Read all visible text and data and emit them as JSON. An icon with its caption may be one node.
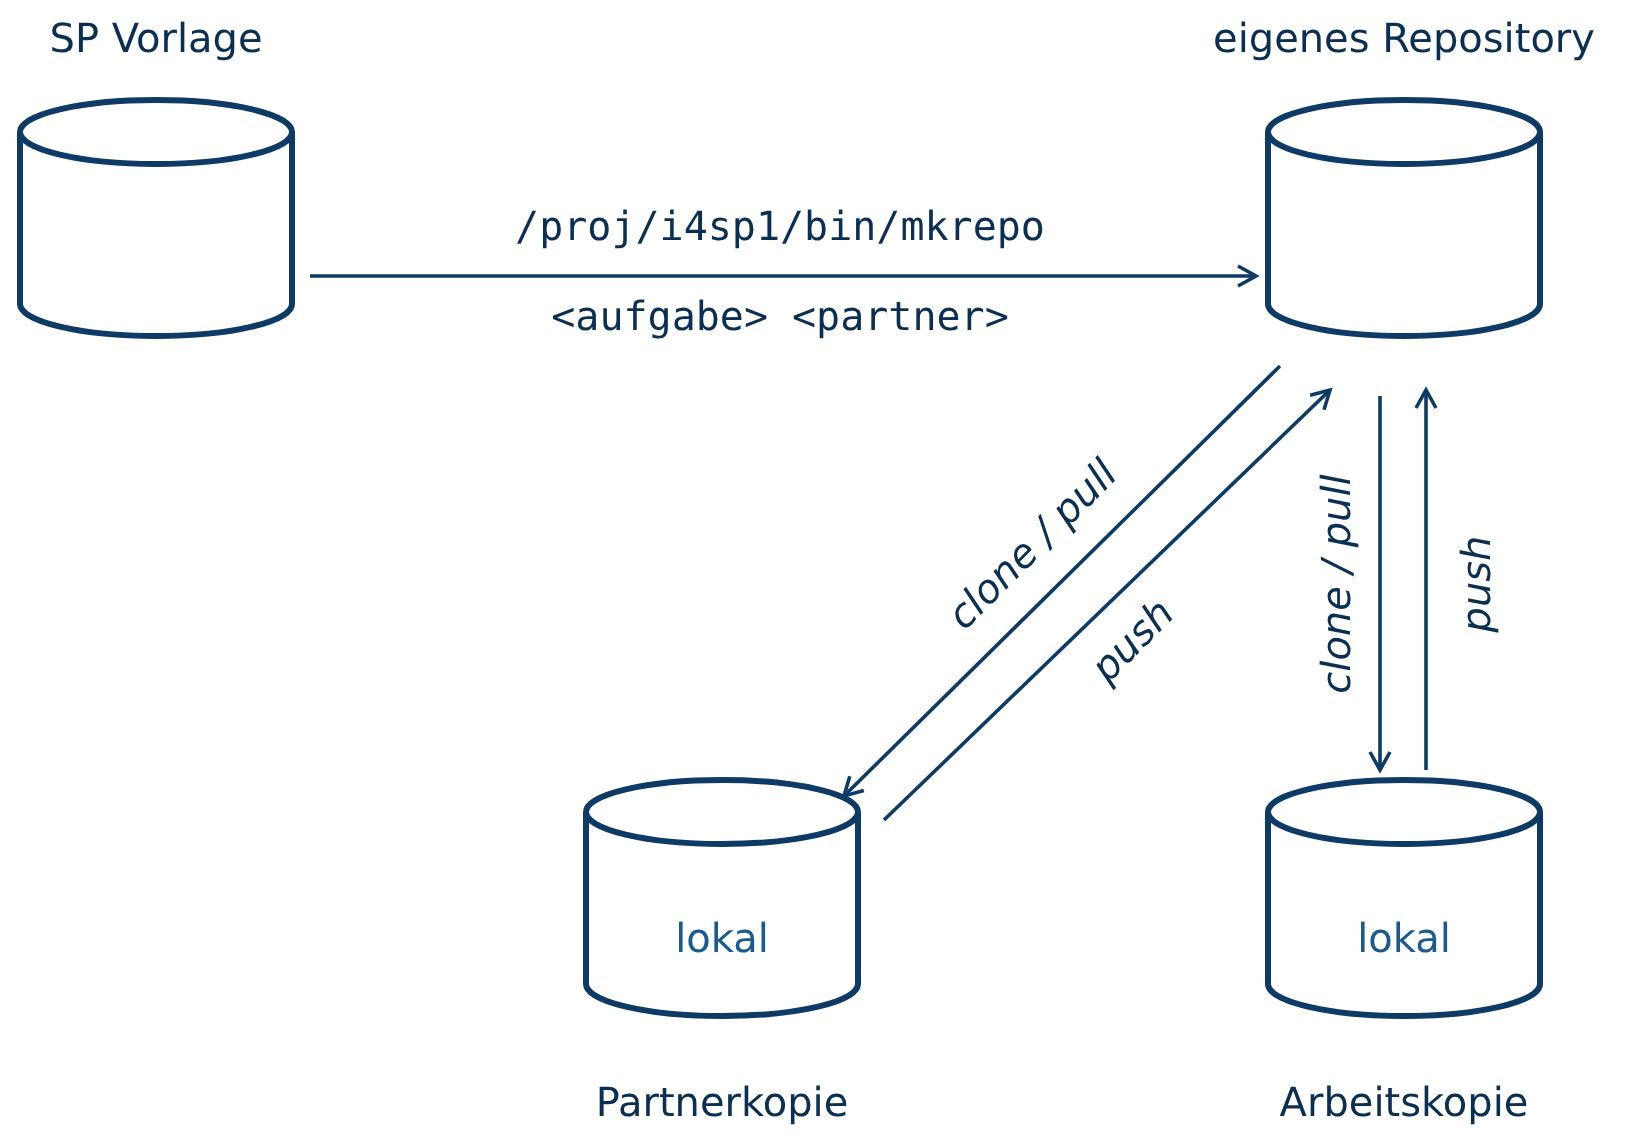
{
  "diagram": {
    "nodes": [
      {
        "text": [
          "SP Vorlage"
        ]
      },
      {
        "text": [
          "eigenes Repository"
        ]
      },
      {
        "text": [
          "lokal",
          "Partnerkopie"
        ]
      },
      {
        "text": [
          "lokal",
          "Arbeitskopie"
        ]
      }
    ],
    "edges": [
      {
        "from": 0,
        "to": 1,
        "arrow": "to",
        "label": "/proj/i4sp1/bin/mkrepo"
      },
      {
        "from": 1,
        "to": 2,
        "arrow": "to",
        "label": "clone / pull"
      },
      {
        "from": 2,
        "to": 1,
        "arrow": "to",
        "label": "push"
      },
      {
        "from": 1,
        "to": 3,
        "arrow": "to",
        "label": "clone / pull"
      },
      {
        "from": 3,
        "to": 1,
        "arrow": "to",
        "label": "push"
      }
    ],
    "labels": [
      "<aufgabe> <partner>"
    ]
  }
}
